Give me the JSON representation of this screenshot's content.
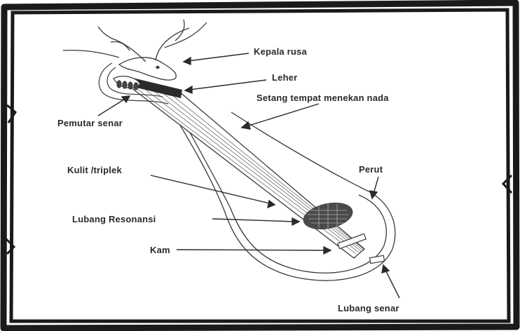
{
  "diagram": {
    "colors": {
      "frame": "#1a1a1a",
      "line": "#3a3a3a",
      "text": "#2a2a2a",
      "soundhole": "#4a4a4a"
    },
    "labels": {
      "kepala_rusa": "Kepala rusa",
      "leher": "Leher",
      "setang": "Setang tempat menekan nada",
      "pemutar_senar": "Pemutar senar",
      "kulit_triplek": "Kulit /triplek",
      "perut": "Perut",
      "lubang_resonansi": "Lubang Resonansi",
      "kam": "Kam",
      "lubang_senar": "Lubang senar"
    }
  }
}
